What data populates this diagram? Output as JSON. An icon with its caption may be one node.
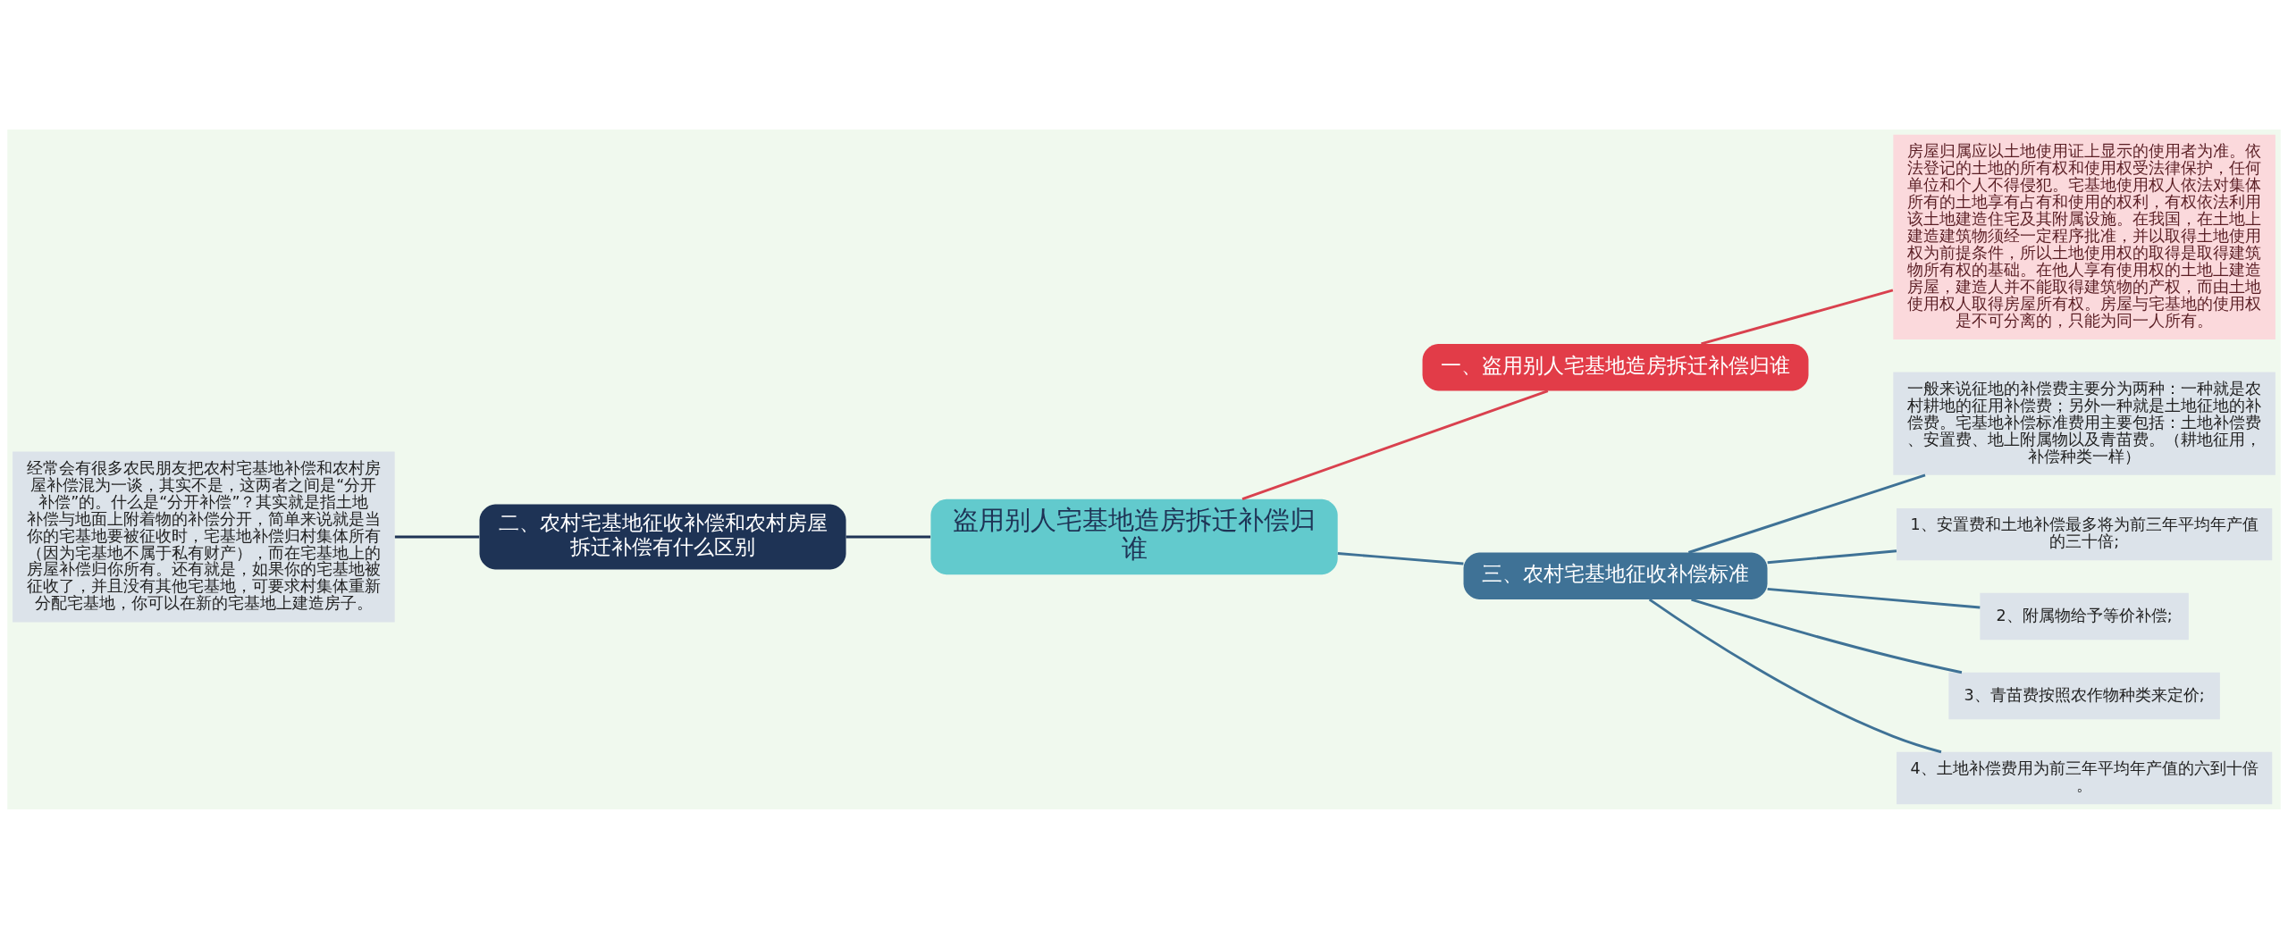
{
  "diagram": {
    "nodes": [
      {
        "text": [
          "盗用别人宅基地造房拆迁补偿归谁"
        ]
      },
      {
        "text": [
          "一、盗用别人宅基地造房拆迁补偿归谁"
        ]
      },
      {
        "text": [
          "房屋归属应以土地使用证上显示的使用者为准。依法登记的土地的所有权和使用权受法律保护，任何单位和个人不得侵犯。宅基地使用权人依法对集体所有的土地享有占有和使用的权利，有权依法利用该土地建造住宅及其附属设施。在我国，在土地上建造建筑物须经一定程序批准，并以取得土地使用权为前提条件，所以土地使用权的取得是取得建筑物所有权的基础。在他人享有使用权的土地上建造房屋，建造人并不能取得建筑物的产权，而由土地使用权人取得房屋所有权。房屋与宅基地的使用权是不可分离的，只能为同一人所有。"
        ]
      },
      {
        "text": [
          "二、农村宅基地征收补偿和农村房屋拆迁补偿有什么区别"
        ]
      },
      {
        "text": [
          "经常会有很多农民朋友把农村宅基地补偿和农村房屋补偿混为一谈，其实不是，这两者之间是“分开补偿”的。什么是“分开补偿”？其实就是指土地补偿与地面上附着物的补偿分开，简单来说就是当你的宅基地要被征收时，宅基地补偿归村集体所有（因为宅基地不属于私有财产），而在宅基地上的房屋补偿归你所有。还有就是，如果你的宅基地被征收了，并且没有其他宅基地，可要求村集体重新分配宅基地，你可以在新的宅基地上建造房子。"
        ]
      },
      {
        "text": [
          "三、农村宅基地征收补偿标准"
        ]
      },
      {
        "text": [
          "一般来说征地的补偿费主要分为两种：一种就是农村耕地的征用补偿费；另外一种就是土地征地的补偿费。宅基地补偿标准费用主要包括：土地补偿费、安置费、地上附属物以及青苗费。（耕地征用，补偿种类一样）"
        ]
      },
      {
        "text": [
          "1、安置费和土地补偿最多将为前三年平均年产值的三十倍;"
        ]
      },
      {
        "text": [
          "2、附属物给予等价补偿;"
        ]
      },
      {
        "text": [
          "3、青苗费按照农作物种类来定价;"
        ]
      },
      {
        "text": [
          "4、土地补偿费用为前三年平均年产值的六到十倍。"
        ]
      }
    ],
    "edges": [
      {
        "from": 0,
        "to": 1,
        "arrow": "none",
        "color": "#d9414e"
      },
      {
        "from": 1,
        "to": 2,
        "arrow": "none",
        "color": "#d9414e"
      },
      {
        "from": 0,
        "to": 3,
        "arrow": "none",
        "color": "#1e3355"
      },
      {
        "from": 3,
        "to": 4,
        "arrow": "none",
        "color": "#1e3355"
      },
      {
        "from": 0,
        "to": 5,
        "arrow": "none"
      },
      {
        "from": 5,
        "to": 6,
        "arrow": "none"
      },
      {
        "from": 5,
        "to": 7,
        "arrow": "none"
      },
      {
        "from": 5,
        "to": 8,
        "arrow": "none"
      },
      {
        "from": 5,
        "to": 9,
        "arrow": "none"
      },
      {
        "from": 5,
        "to": 10,
        "arrow": "none"
      }
    ]
  }
}
